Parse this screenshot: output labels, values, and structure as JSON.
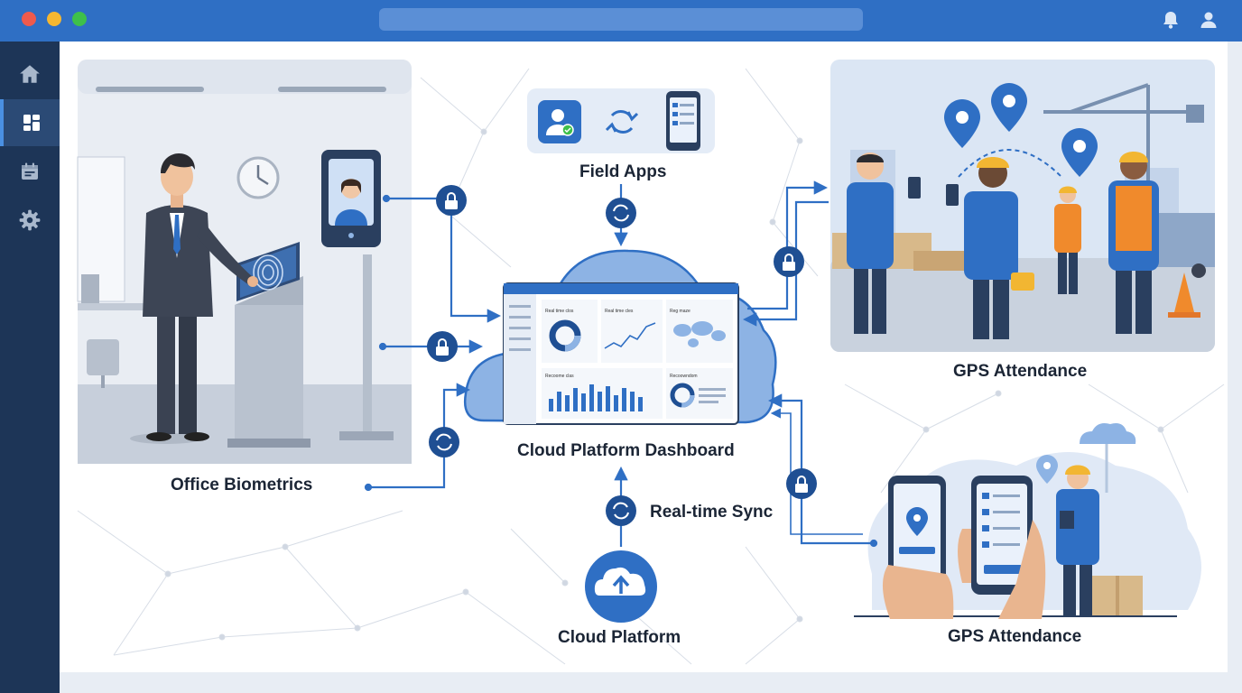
{
  "window": {
    "traffic_lights": [
      "#ee5a4d",
      "#f5b731",
      "#3ec04a"
    ],
    "toolbar_icons": [
      "bell-icon",
      "user-icon"
    ]
  },
  "sidebar": {
    "items": [
      {
        "icon": "home-icon"
      },
      {
        "icon": "dashboard-icon",
        "active": true
      },
      {
        "icon": "calendar-icon"
      },
      {
        "icon": "gear-icon"
      }
    ]
  },
  "diagram": {
    "labels": {
      "field_apps": "Field Apps",
      "dashboard": "Cloud Platform Dashboard",
      "office": "Office Biometrics",
      "gps_top": "GPS Attendance",
      "gps_bottom": "GPS Attendance",
      "sync": "Real-time Sync",
      "cloud": "Cloud Platform"
    }
  },
  "colors": {
    "accent": "#2f6fc4",
    "sidebar": "#1d3557",
    "navy": "#1f4f93"
  }
}
